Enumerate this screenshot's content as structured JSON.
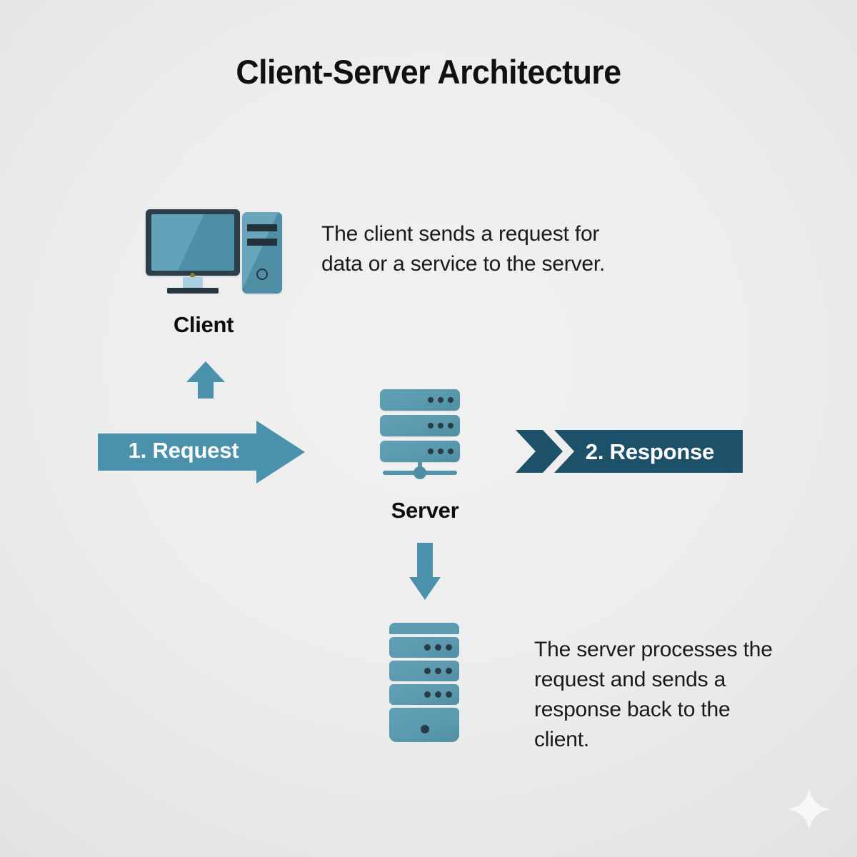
{
  "title": "Client-Server Architecture",
  "background_color": "#ededed",
  "colors": {
    "accent_teal": "#4a92ac",
    "dark_teal": "#1d5069",
    "icon_teal": "#5b9ab0",
    "icon_dark": "#2c3e4a",
    "text": "#111111",
    "arrow_text": "#ffffff"
  },
  "client": {
    "caption": "Client",
    "icon": "desktop-computer-icon",
    "description": "The client sends a request for data or a service to the server."
  },
  "server": {
    "caption": "Server",
    "icon": "server-rack-icon",
    "description": "The server processes the request and sends a response back to the client."
  },
  "server_processing": {
    "icon": "server-tower-icon"
  },
  "flows": {
    "request": {
      "label": "1. Request",
      "direction": "right",
      "shape": "block-arrow",
      "color": "#4a92ac"
    },
    "response": {
      "label": "2. Response",
      "direction": "right",
      "shape": "chevron-banner",
      "color": "#1d5069"
    },
    "to_client_arrow": {
      "icon": "arrow-up-icon",
      "color": "#4a92ac"
    },
    "to_processing_arrow": {
      "icon": "arrow-down-icon",
      "color": "#4a92ac"
    }
  },
  "watermark": {
    "icon": "sparkle-icon",
    "color": "#f6f6f6"
  }
}
